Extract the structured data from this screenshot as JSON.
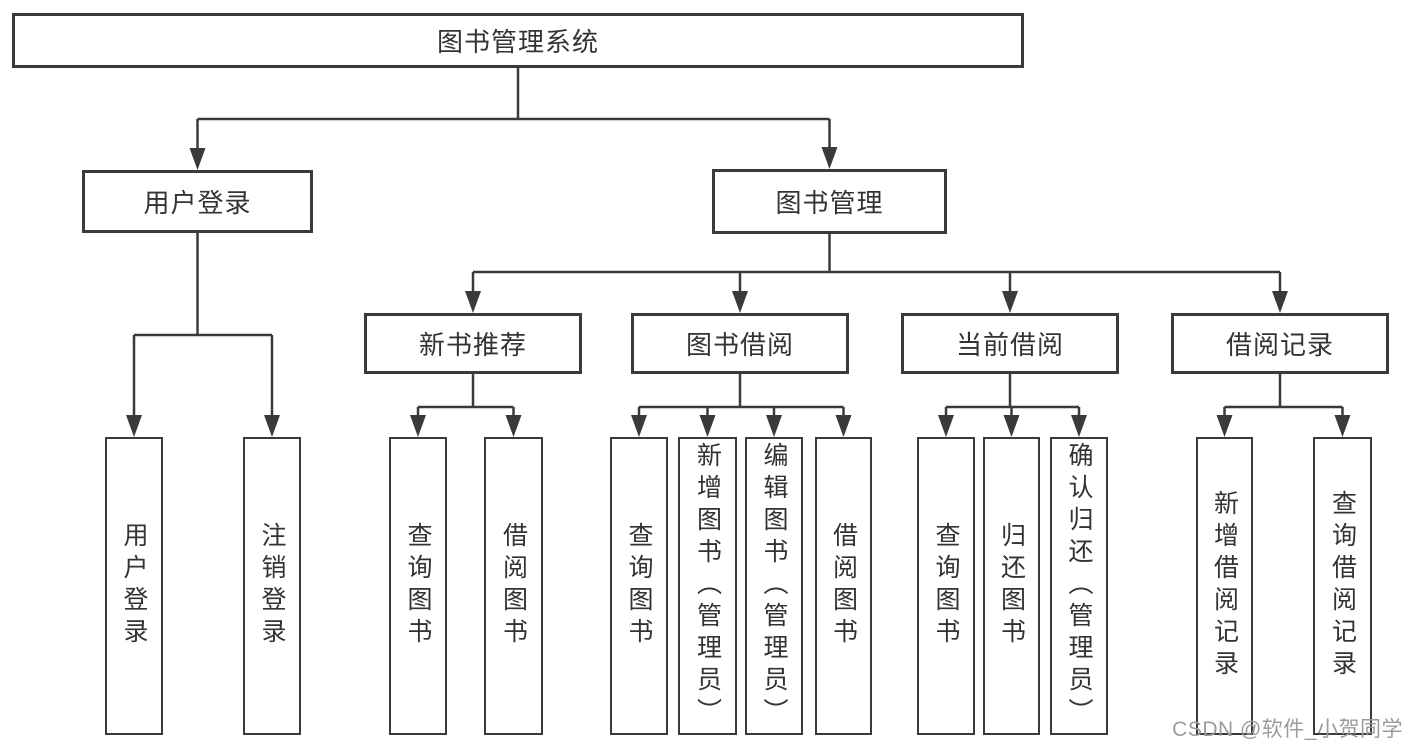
{
  "diagram": {
    "root": {
      "label": "图书管理系统"
    },
    "branches": [
      {
        "label": "用户登录",
        "children": [
          "用户登录",
          "注销登录"
        ]
      },
      {
        "label": "图书管理",
        "children": [
          {
            "label": "新书推荐",
            "children": [
              "查询图书",
              "借阅图书"
            ]
          },
          {
            "label": "图书借阅",
            "children": [
              "查询图书",
              "新增图书（管理员）",
              "编辑图书（管理员）",
              "借阅图书"
            ]
          },
          {
            "label": "当前借阅",
            "children": [
              "查询图书",
              "归还图书",
              "确认归还（管理员）"
            ]
          },
          {
            "label": "借阅记录",
            "children": [
              "新增借阅记录",
              "查询借阅记录"
            ]
          }
        ]
      }
    ]
  },
  "watermark": {
    "text": "CSDN @软件_小贺同学"
  },
  "colors": {
    "line": "#3a3a3a",
    "text": "#333333",
    "background": "#ffffff",
    "watermark": "#9b9b9b"
  }
}
